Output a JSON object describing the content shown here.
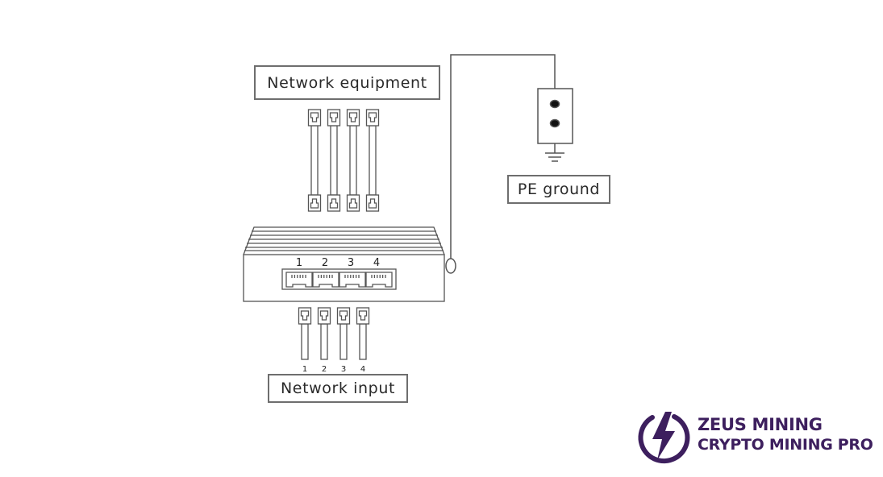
{
  "labels": {
    "network_equipment": "Network equipment",
    "pe_ground": "PE ground",
    "network_input": "Network input"
  },
  "switch_ports": [
    "1",
    "2",
    "3",
    "4"
  ],
  "input_cables": [
    "1",
    "2",
    "3",
    "4"
  ],
  "logo": {
    "line1": "ZEUS MINING",
    "line2": "CRYPTO MINING PRO",
    "icon": "lightning-bolt-icon",
    "color": "#3d1f5e"
  },
  "colors": {
    "line": "#555555",
    "label_border": "#6e6e6e"
  }
}
